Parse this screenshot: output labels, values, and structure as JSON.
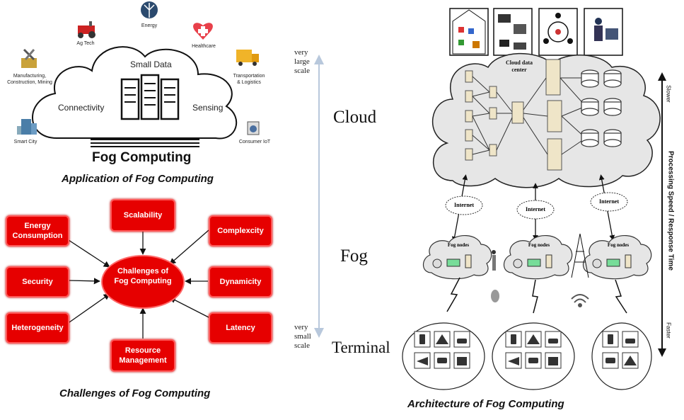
{
  "application": {
    "cloud_labels": {
      "top": "Small Data",
      "left": "Connectivity",
      "right": "Sensing",
      "bottom": "Fog Computing"
    },
    "apps": [
      {
        "name": "Energy",
        "icon": "wind-turbine-icon"
      },
      {
        "name": "Ag Tech",
        "icon": "tractor-icon"
      },
      {
        "name": "Healthcare",
        "icon": "medical-cross-icon"
      },
      {
        "name": "Manufacturing,\nConstruction, Mining",
        "icon": "tools-icon"
      },
      {
        "name": "Transportation\n& Logistics",
        "icon": "truck-icon"
      },
      {
        "name": "Smart City",
        "icon": "building-icon"
      },
      {
        "name": "Consumer IoT",
        "icon": "washing-machine-icon"
      }
    ],
    "caption": "Application of Fog Computing"
  },
  "challenges": {
    "center": "Challenges of Fog Computing",
    "items": [
      "Energy Consumption",
      "Scalability",
      "Complexcity",
      "Security",
      "Dynamicity",
      "Heterogeneity",
      "Latency",
      "Resource Management"
    ],
    "caption": "Challenges of Fog Computing"
  },
  "architecture": {
    "scale_top": "very large scale",
    "scale_bottom": "very small scale",
    "layers": {
      "cloud": "Cloud",
      "fog": "Fog",
      "terminal": "Terminal"
    },
    "cloud_center": "Cloud data center",
    "internet": "Internet",
    "fog_nodes": "Fog nodes",
    "axis": {
      "label": "Processing Speed / Response Time",
      "top": "Slower",
      "bottom": "Faster"
    },
    "caption": "Architecture of Fog Computing"
  },
  "colors": {
    "accent_red": "#e60000",
    "box_border": "#ff5a5a",
    "cloud_fill": "#e6e6e6"
  }
}
